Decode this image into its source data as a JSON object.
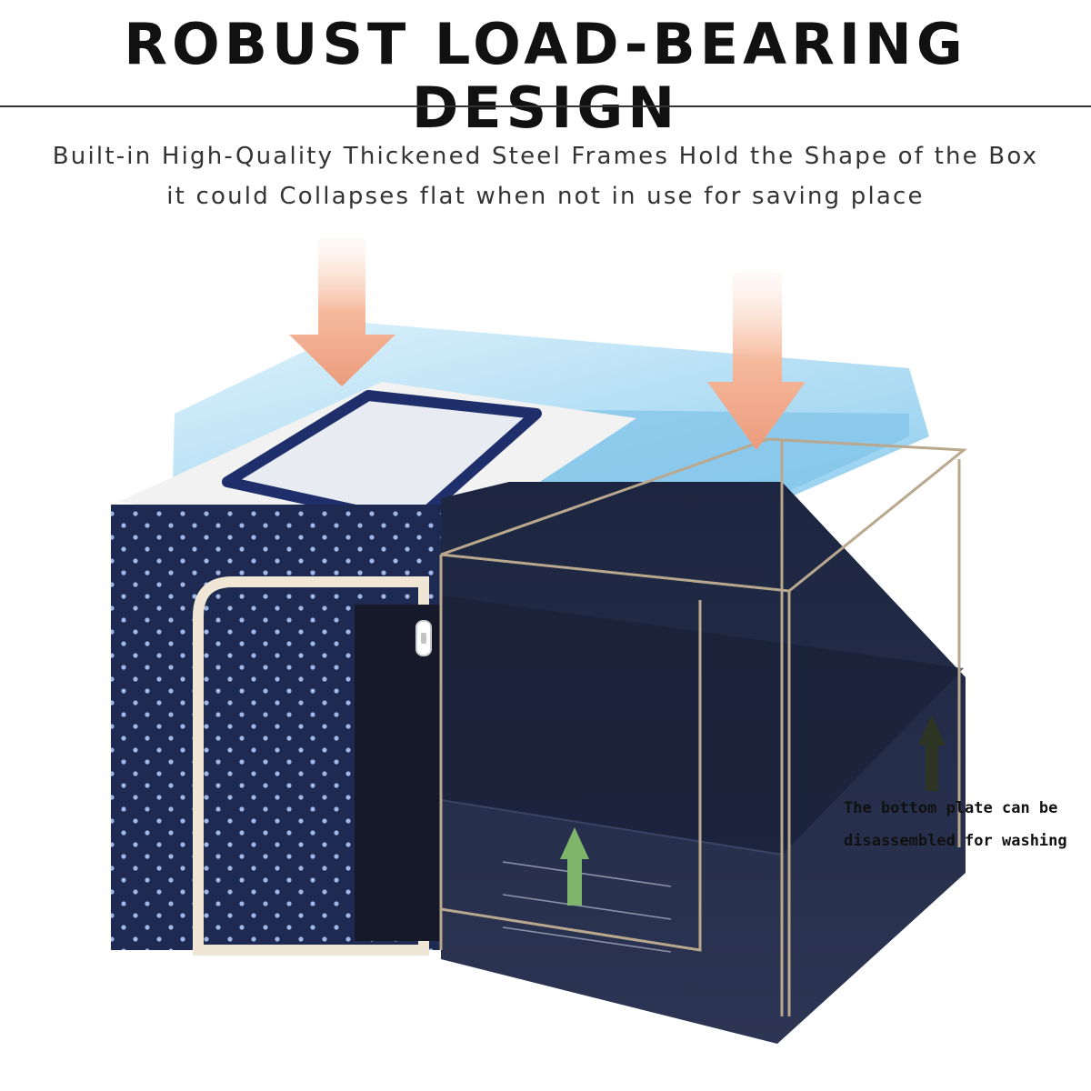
{
  "headline": "ROBUST LOAD-BEARING DESIGN",
  "subtitle": {
    "line1": "Built-in High-Quality Thickened Steel Frames Hold the Shape of the Box",
    "line2": "it could Collapses flat when not in use for saving place"
  },
  "annotation": {
    "line1": "The bottom plate can be",
    "line2": "disassembled for washing"
  },
  "colors": {
    "fabric_navy": "#1e2a52",
    "board_navy": "#222b46",
    "press_arrow": "#f0a98a",
    "lid_blue": "#8fd0ef",
    "frame_steel": "#b9a88e",
    "green_arrow": "#7fb56b",
    "dark_arrow": "#2e3424"
  },
  "icons": [
    "press-down-arrow-icon",
    "lift-up-arrow-icon",
    "zipper-pull-icon"
  ]
}
